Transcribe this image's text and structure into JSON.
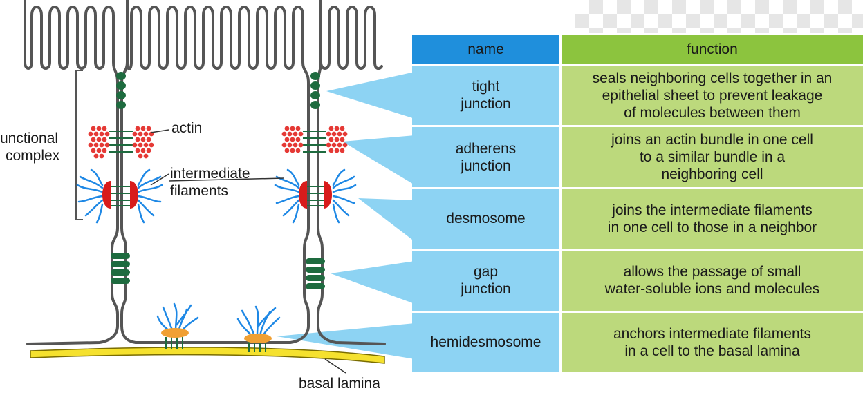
{
  "table": {
    "header": {
      "name": "name",
      "function": "function"
    },
    "rows": [
      {
        "name": "tight\njunction",
        "function": "seals neighboring cells together in an\nepithelial sheet to prevent leakage\nof molecules between them"
      },
      {
        "name": "adherens\njunction",
        "function": "joins an actin bundle in one cell\nto a similar bundle in a\nneighboring cell"
      },
      {
        "name": "desmosome",
        "function": "joins the intermediate filaments\nin one cell to those in a neighbor"
      },
      {
        "name": "gap\njunction",
        "function": "allows the passage of small\nwater-soluble ions and molecules"
      },
      {
        "name": "hemidesmosome",
        "function": "anchors intermediate filaments\nin a cell to the basal lamina"
      }
    ]
  },
  "labels": {
    "junctional_complex_line1": "unctional",
    "junctional_complex_line2": "complex",
    "actin": "actin",
    "intermediate_filaments_line1": "intermediate",
    "intermediate_filaments_line2": "filaments",
    "basal_lamina": "basal lamina"
  },
  "colors": {
    "membrane": "#555555",
    "cell_fill": "#eeeeee",
    "junction_green": "#1e6b3f",
    "actin_red": "#e53935",
    "desmosome_red": "#d81b1b",
    "filament_blue": "#1e88e5",
    "plaque_orange": "#f0a033",
    "basal_lamina_yellow": "#f5e12e",
    "pointer_blue": "#8dd3f3",
    "header_blue": "#1f8fdc",
    "header_green": "#8cc43e",
    "name_cell_blue": "#8dd3f3",
    "function_cell_green": "#bcd97c"
  }
}
